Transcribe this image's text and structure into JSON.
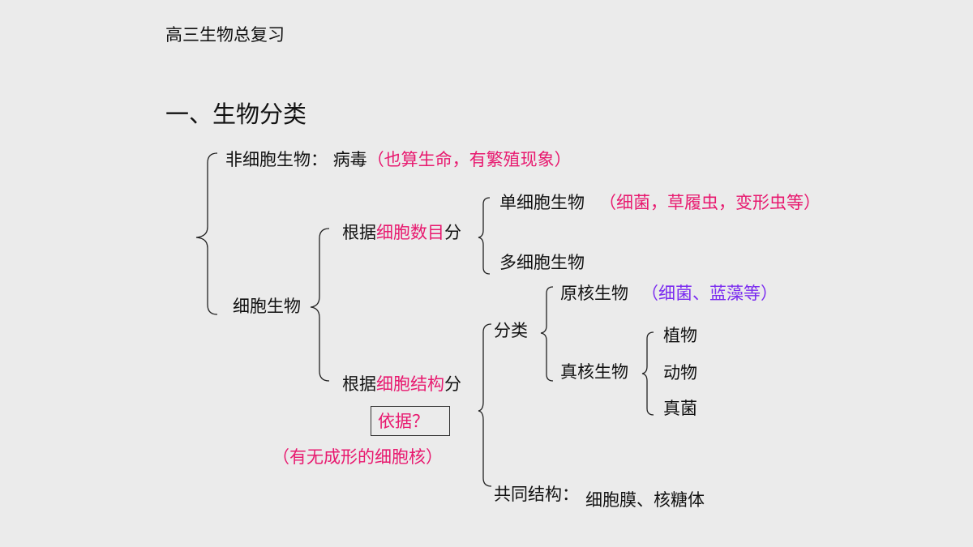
{
  "header": "高三生物总复习",
  "section_title": "一、生物分类",
  "non_cellular": {
    "label": "非细胞生物：",
    "name": "病毒",
    "note": "（也算生命，有繁殖现象）"
  },
  "cellular": {
    "label": "细胞生物",
    "by_cell_count": {
      "prefix": "根据",
      "highlight": "细胞数目",
      "suffix": "分",
      "unicellular": "单细胞生物",
      "unicellular_note": "（细菌，草履虫，变形虫等）",
      "multicellular": "多细胞生物"
    },
    "by_cell_structure": {
      "prefix": "根据",
      "highlight": "细胞结构",
      "suffix": "分",
      "basis_box": "依据？",
      "basis_note": "（有无成形的细胞核）",
      "classify_label": "分类",
      "prokaryote": "原核生物",
      "prokaryote_note": "（细菌、蓝藻等）",
      "eukaryote": "真核生物",
      "eukaryote_items": [
        "植物",
        "动物",
        "真菌"
      ],
      "common_label": "共同结构：",
      "common_value": "细胞膜、核糖体"
    }
  }
}
